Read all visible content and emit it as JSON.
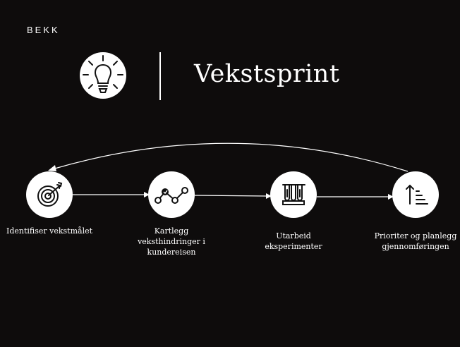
{
  "brand": {
    "logo_text": "BEKK"
  },
  "header": {
    "title": "Vekstsprint",
    "icon": "lightbulb-icon"
  },
  "steps": [
    {
      "label": "Identifiser vekstmålet",
      "icon": "target-icon"
    },
    {
      "label": "Kartlegg veksthindringer i kundereisen",
      "icon": "line-chart-icon"
    },
    {
      "label": "Utarbeid eksperimenter",
      "icon": "test-tubes-icon"
    },
    {
      "label": "Prioriter og planlegg gjennomføringen",
      "icon": "sort-ascending-icon"
    }
  ],
  "colors": {
    "background": "#0e0c0c",
    "foreground": "#ffffff",
    "icon": "#111111"
  }
}
